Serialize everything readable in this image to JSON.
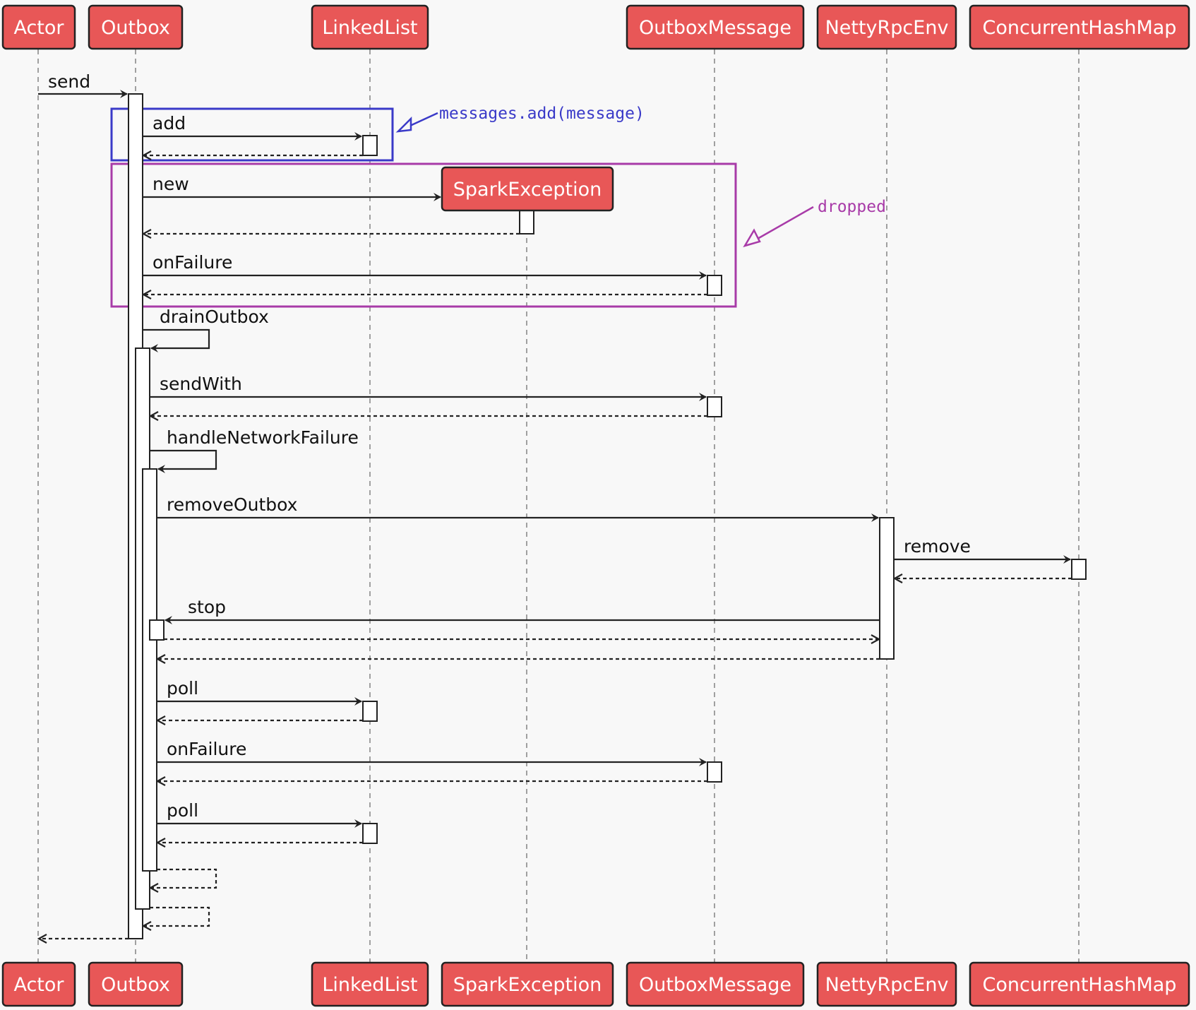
{
  "participants": {
    "actor": "Actor",
    "outbox": "Outbox",
    "linkedlist": "LinkedList",
    "sparkexception": "SparkException",
    "outboxmessage": "OutboxMessage",
    "nettyrpcenv": "NettyRpcEnv",
    "concurrenthashmap": "ConcurrentHashMap"
  },
  "messages": {
    "send": "send",
    "add": "add",
    "new": "new",
    "onfailure_1": "onFailure",
    "drainoutbox": "drainOutbox",
    "sendwith": "sendWith",
    "handlenetworkfailure": "handleNetworkFailure",
    "removeoutbox": "removeOutbox",
    "remove": "remove",
    "stop": "stop",
    "poll_1": "poll",
    "onfailure_2": "onFailure",
    "poll_2": "poll"
  },
  "annotations": {
    "messages_add": "messages.add(message)",
    "dropped": "dropped"
  },
  "colors": {
    "participant_fill": "#e85757",
    "annotation_blue": "#3a3ac8",
    "annotation_purple": "#a83ba8"
  }
}
